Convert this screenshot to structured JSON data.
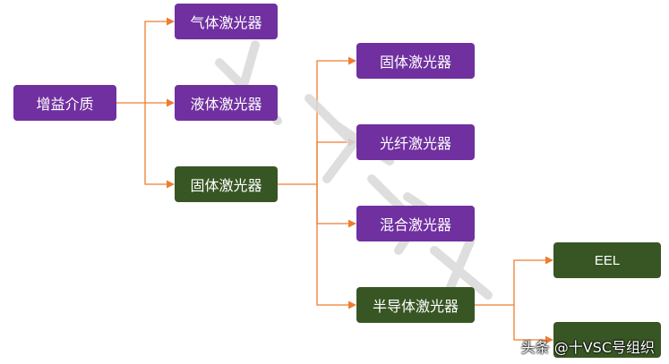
{
  "colors": {
    "purple": "#7030a0",
    "green": "#375623",
    "connector": "#ed7d31"
  },
  "nodes": {
    "root": "增益介质",
    "gas": "气体激光器",
    "liquid": "液体激光器",
    "solid": "固体激光器",
    "solid_sub": "固体激光器",
    "fiber": "光纤激光器",
    "hybrid": "混合激光器",
    "semiconductor": "半导体激光器",
    "eel": "EEL",
    "vcsel": ""
  },
  "footer": {
    "text": "头条 @十VSC号组织"
  }
}
